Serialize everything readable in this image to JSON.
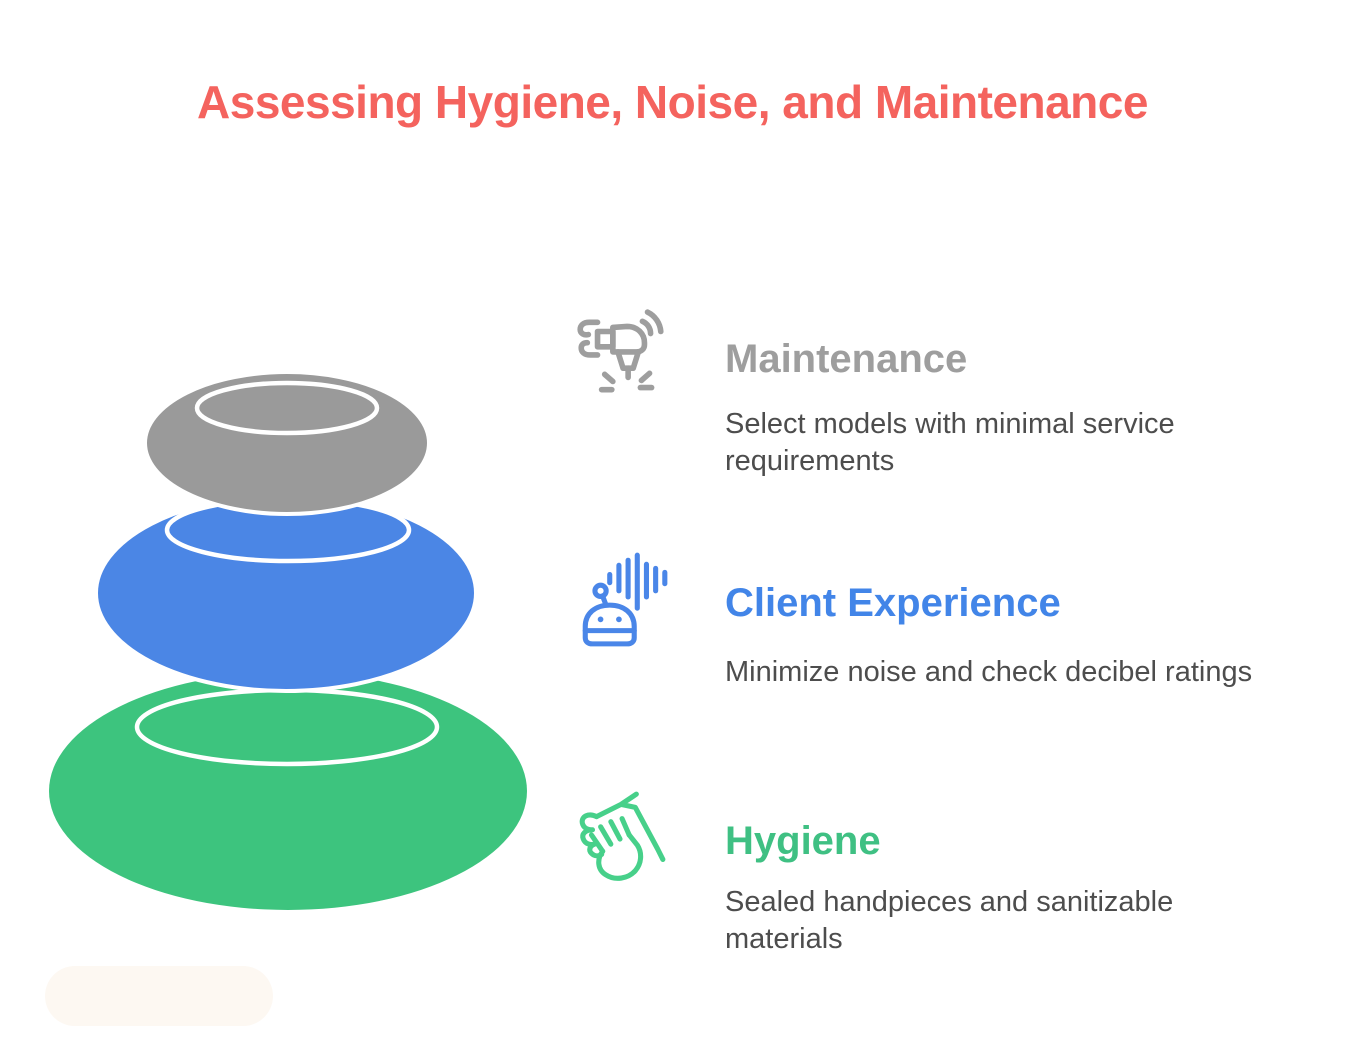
{
  "page": {
    "background": "#ffffff",
    "watermark_color": "#fdf8f2"
  },
  "title": {
    "text": "Assessing Hygiene, Noise, and Maintenance",
    "color": "#f4635e"
  },
  "features": [
    {
      "heading": "Maintenance",
      "heading_color": "#9e9e9e",
      "description": "Select models with minimal service\nrequirements",
      "icon": "drill-vibration-icon",
      "icon_color": "#9e9e9e",
      "stone_color": "#9a9a9a",
      "stone_position": "top"
    },
    {
      "heading": "Client Experience",
      "heading_color": "#4285e8",
      "description": "Minimize noise and check decibel ratings",
      "icon": "robot-head-sound-waves-icon",
      "icon_color": "#4a86e8",
      "stone_color": "#4b86e5",
      "stone_position": "middle"
    },
    {
      "heading": "Hygiene",
      "heading_color": "#3fc083",
      "description": "Sealed handpieces and sanitizable\nmaterials",
      "icon": "washing-hands-icon",
      "icon_color": "#47d08a",
      "stone_color": "#3dc47e",
      "stone_position": "bottom"
    }
  ],
  "stones": {
    "outline_color": "#ffffff"
  }
}
